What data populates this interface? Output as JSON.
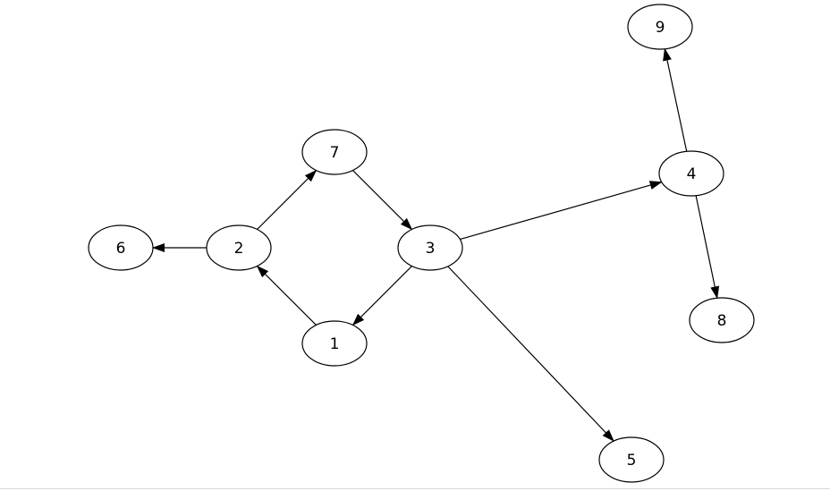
{
  "graph": {
    "nodes": [
      {
        "id": "1",
        "label": "1"
      },
      {
        "id": "2",
        "label": "2"
      },
      {
        "id": "3",
        "label": "3"
      },
      {
        "id": "4",
        "label": "4"
      },
      {
        "id": "5",
        "label": "5"
      },
      {
        "id": "6",
        "label": "6"
      },
      {
        "id": "7",
        "label": "7"
      },
      {
        "id": "8",
        "label": "8"
      },
      {
        "id": "9",
        "label": "9"
      }
    ],
    "edges": [
      {
        "from": "1",
        "to": "2"
      },
      {
        "from": "2",
        "to": "6"
      },
      {
        "from": "2",
        "to": "7"
      },
      {
        "from": "7",
        "to": "3"
      },
      {
        "from": "3",
        "to": "1"
      },
      {
        "from": "3",
        "to": "4"
      },
      {
        "from": "3",
        "to": "5"
      },
      {
        "from": "4",
        "to": "9"
      },
      {
        "from": "4",
        "to": "8"
      }
    ],
    "colors": {
      "node_fill": "#ffffff",
      "node_stroke": "#000000",
      "edge": "#000000",
      "text": "#000000"
    }
  }
}
